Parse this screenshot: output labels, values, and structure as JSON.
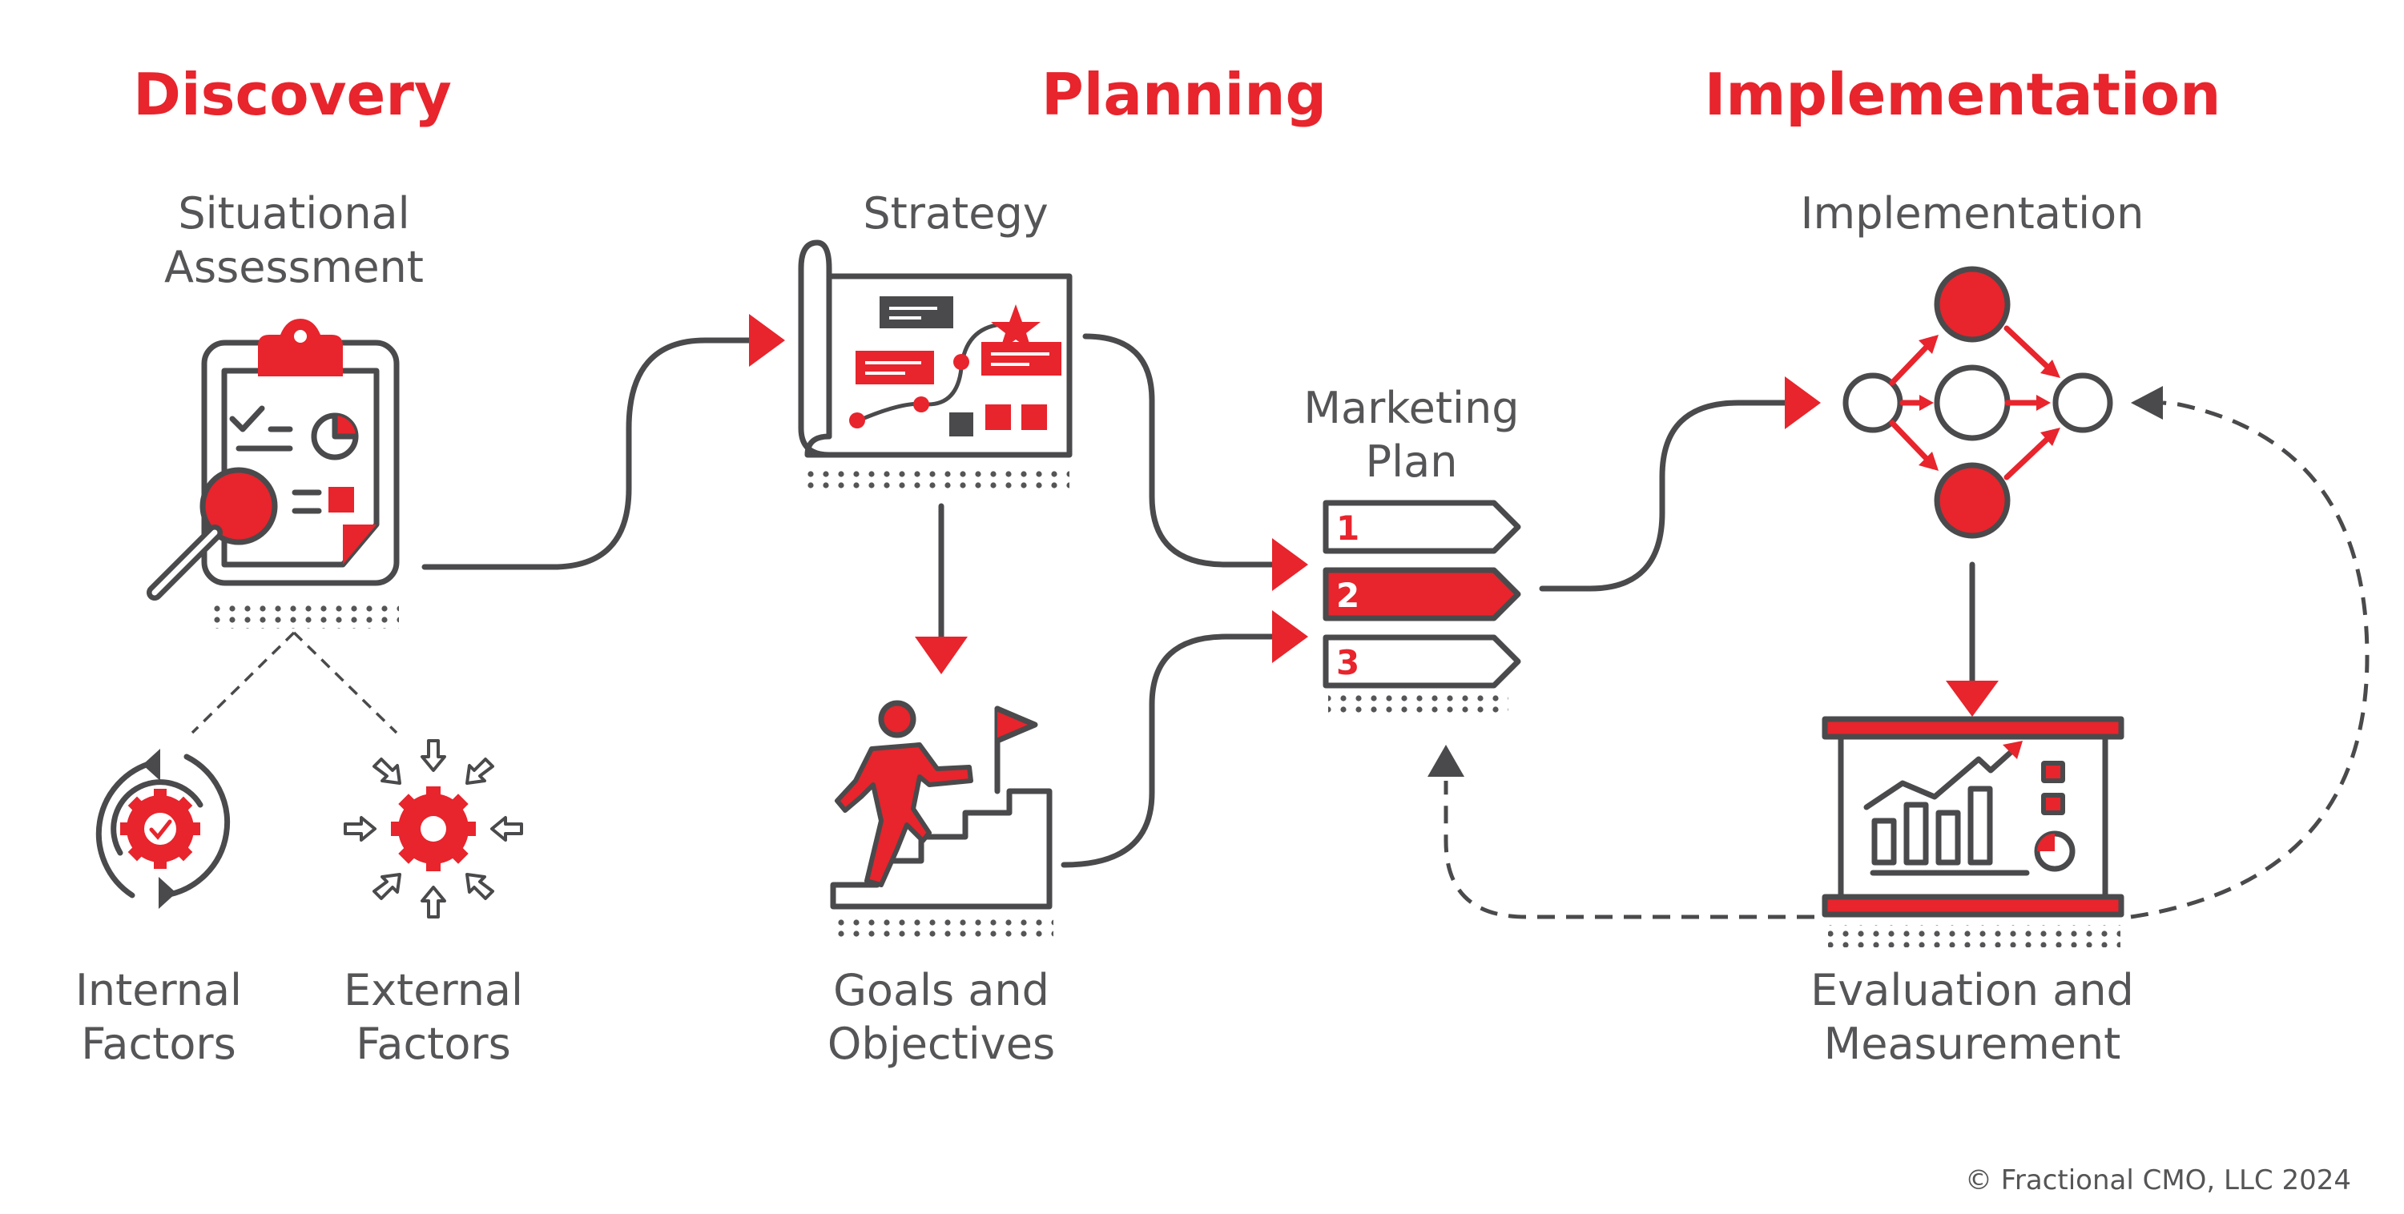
{
  "phases": {
    "discovery": "Discovery",
    "planning": "Planning",
    "implementation": "Implementation"
  },
  "labels": {
    "situational_line1": "Situational",
    "situational_line2": "Assessment",
    "strategy": "Strategy",
    "marketing_plan_line1": "Marketing",
    "marketing_plan_line2": "Plan",
    "implementation": "Implementation",
    "internal_line1": "Internal",
    "internal_line2": "Factors",
    "external_line1": "External",
    "external_line2": "Factors",
    "goals_line1": "Goals and",
    "goals_line2": "Objectives",
    "evaluation_line1": "Evaluation and",
    "evaluation_line2": "Measurement"
  },
  "plan_steps": [
    "1",
    "2",
    "3"
  ],
  "copyright": "© Fractional CMO, LLC 2024",
  "colors": {
    "accent": "#e8242c",
    "dark": "#4a4a4c",
    "text": "#555557"
  },
  "icons": [
    "clipboard-magnifier-icon",
    "roadmap-icon",
    "signpost-list-icon",
    "network-nodes-icon",
    "gear-cycle-icon",
    "gear-arrows-icon",
    "climbing-stairs-flag-icon",
    "dashboard-chart-icon"
  ]
}
